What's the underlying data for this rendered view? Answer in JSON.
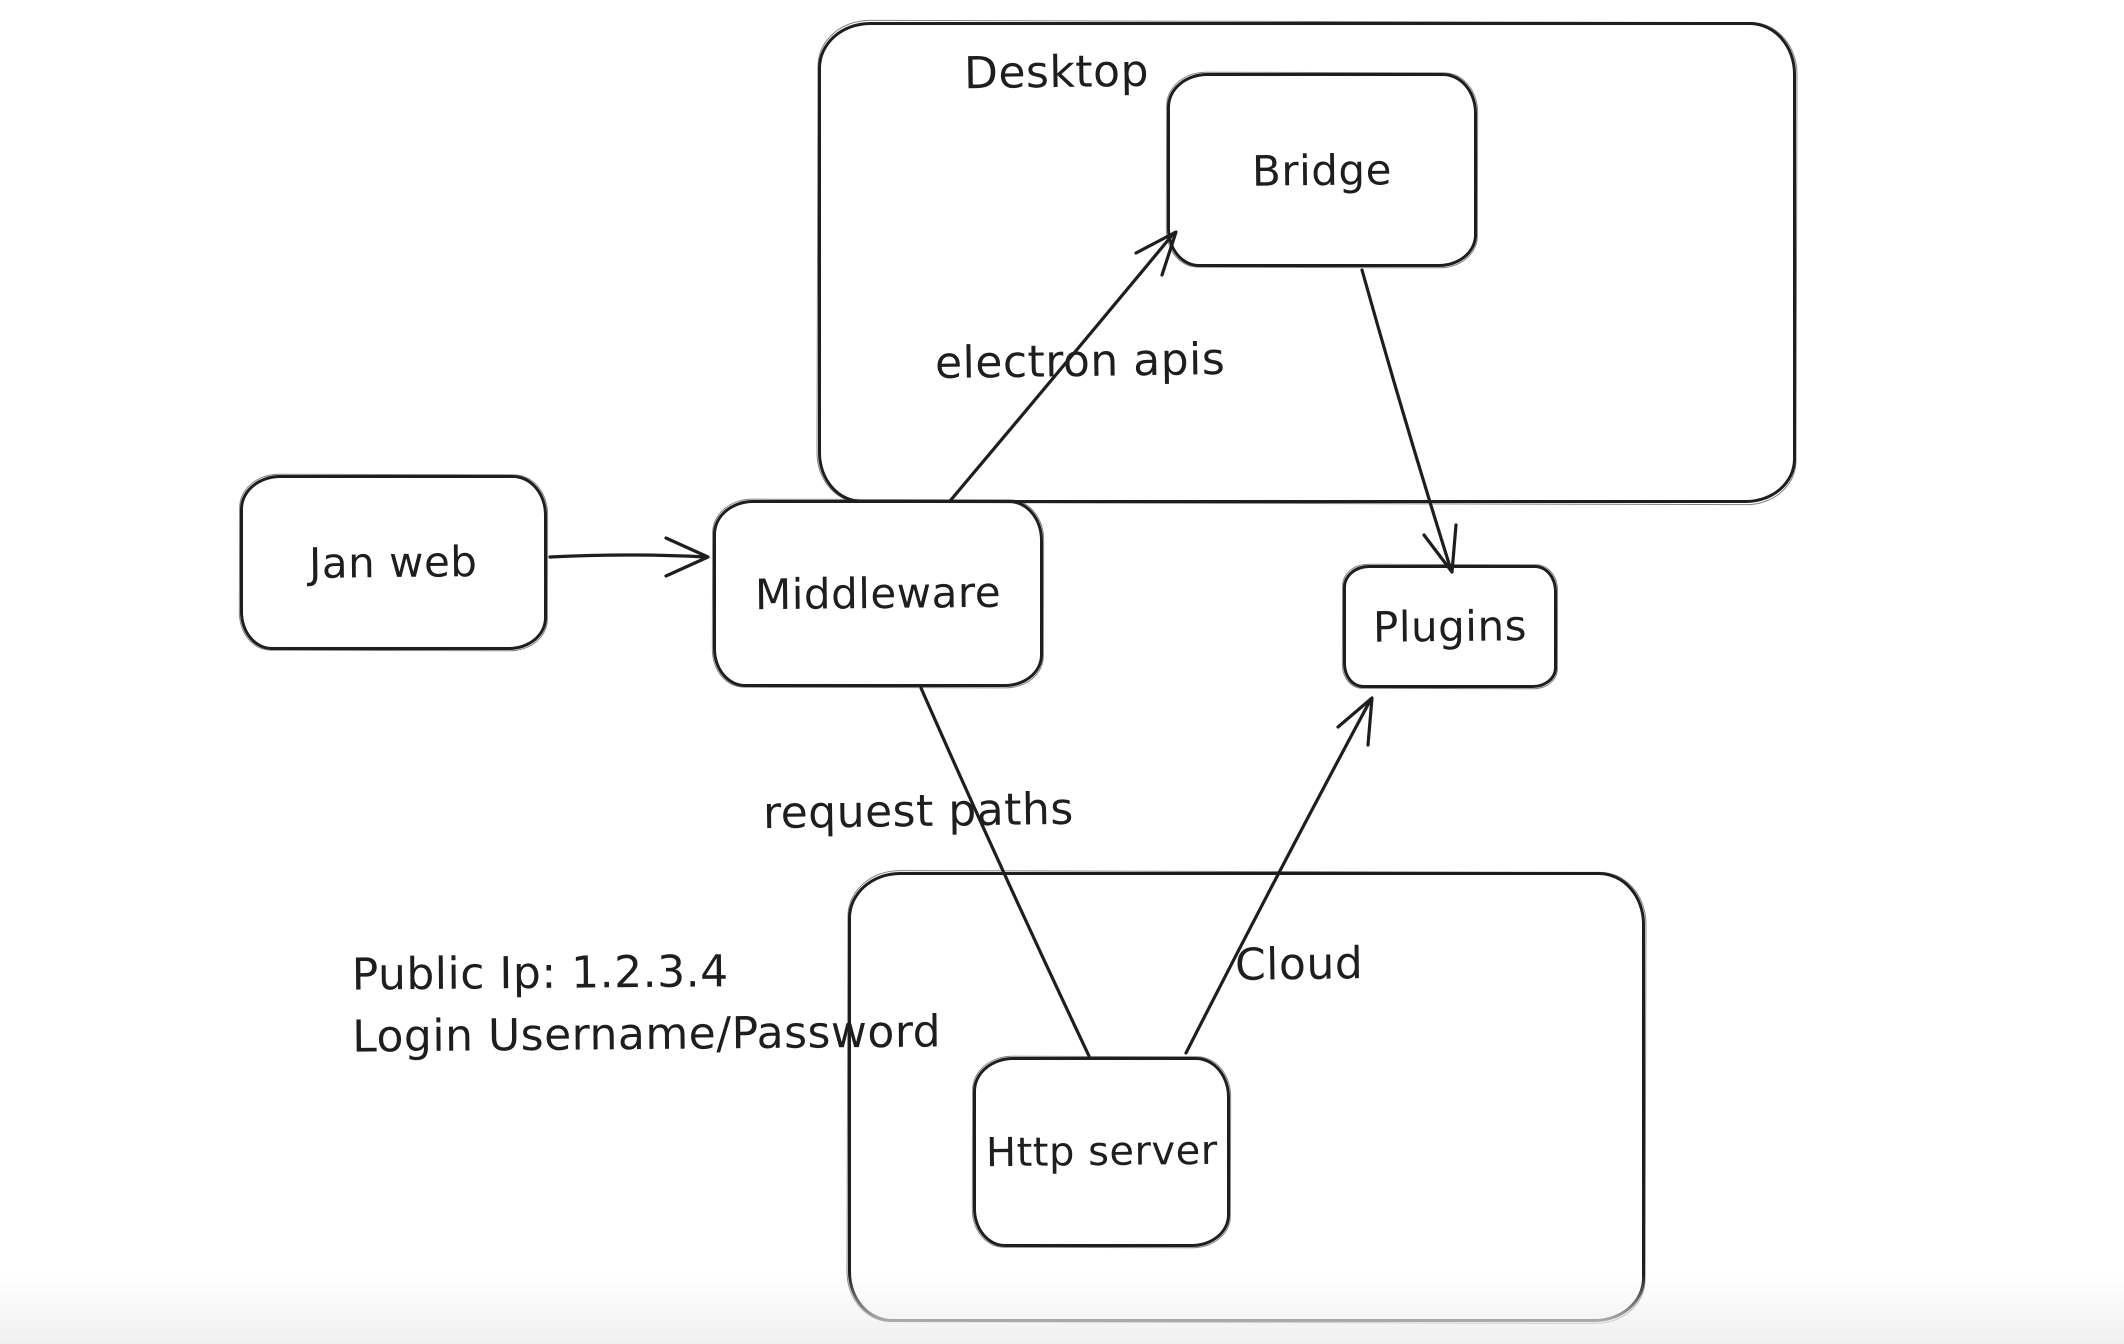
{
  "diagram": {
    "containers": [
      {
        "id": "desktop",
        "label": "Desktop"
      },
      {
        "id": "cloud",
        "label": "Cloud"
      }
    ],
    "nodes": [
      {
        "id": "jan-web",
        "label": "Jan web"
      },
      {
        "id": "middleware",
        "label": "Middleware"
      },
      {
        "id": "bridge",
        "label": "Bridge"
      },
      {
        "id": "plugins",
        "label": "Plugins"
      },
      {
        "id": "http-server",
        "label": "Http server"
      }
    ],
    "edges": [
      {
        "id": "jan-web-to-middleware",
        "from": "Jan web",
        "to": "Middleware",
        "label": "",
        "arrowhead": "end"
      },
      {
        "id": "middleware-to-bridge",
        "from": "Middleware",
        "to": "Bridge",
        "label": "electron apis",
        "arrowhead": "end"
      },
      {
        "id": "bridge-to-plugins",
        "from": "Bridge",
        "to": "Plugins",
        "label": "",
        "arrowhead": "end"
      },
      {
        "id": "middleware-to-http-server",
        "from": "Middleware",
        "to": "Http server",
        "label": "request paths",
        "arrowhead": "none"
      },
      {
        "id": "http-server-to-plugins",
        "from": "Http server",
        "to": "Plugins",
        "label": "",
        "arrowhead": "end"
      }
    ],
    "annotation": {
      "line1": "Public Ip: 1.2.3.4",
      "line2": "Login Username/Password"
    },
    "colors": {
      "stroke": "#1e1e1e",
      "background": "#ffffff"
    }
  }
}
